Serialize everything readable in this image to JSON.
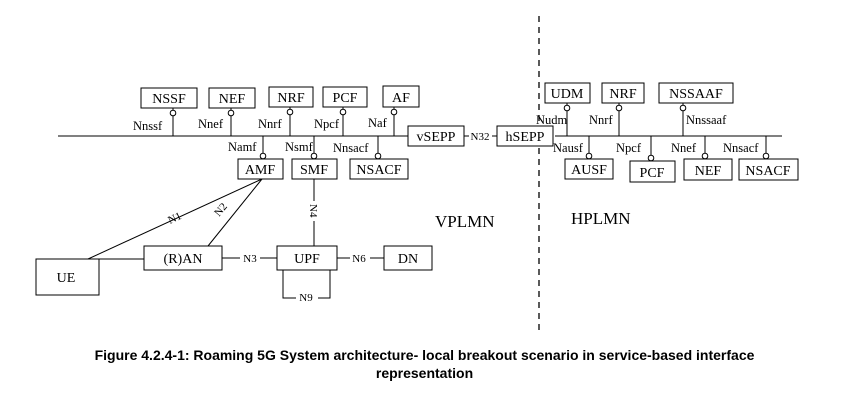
{
  "nf": {
    "nssf": "NSSF",
    "nef_v": "NEF",
    "nrf_v": "NRF",
    "pcf_v": "PCF",
    "af": "AF",
    "vsepp": "vSEPP",
    "hsepp": "hSEPP",
    "amf": "AMF",
    "smf": "SMF",
    "nsacf_v": "NSACF",
    "udm": "UDM",
    "nrf_h": "NRF",
    "nssaaf": "NSSAAF",
    "ausf": "AUSF",
    "pcf_h": "PCF",
    "nef_h": "NEF",
    "nsacf_h": "NSACF",
    "ue": "UE",
    "ran": "(R)AN",
    "upf": "UPF",
    "dn": "DN"
  },
  "iface": {
    "nnssf": "Nnssf",
    "nnef_v": "Nnef",
    "nnrf_v": "Nnrf",
    "npcf_v": "Npcf",
    "naf": "Naf",
    "namf": "Namf",
    "nsmf": "Nsmf",
    "nnsacf_v": "Nnsacf",
    "n32": "N32",
    "nudm": "Nudm",
    "nnrf_h": "Nnrf",
    "nnssaaf": "Nnssaaf",
    "nausf": "Nausf",
    "npcf_h": "Npcf",
    "nnef_h": "Nnef",
    "nnsacf_h": "Nnsacf",
    "n1": "N1",
    "n2": "N2",
    "n3": "N3",
    "n4": "N4",
    "n6": "N6",
    "n9": "N9"
  },
  "regions": {
    "vplmn": "VPLMN",
    "hplmn": "HPLMN"
  },
  "caption": {
    "line1": "Figure 4.2.4-1: Roaming 5G System architecture- local breakout scenario in service-based interface",
    "line2": "representation"
  }
}
